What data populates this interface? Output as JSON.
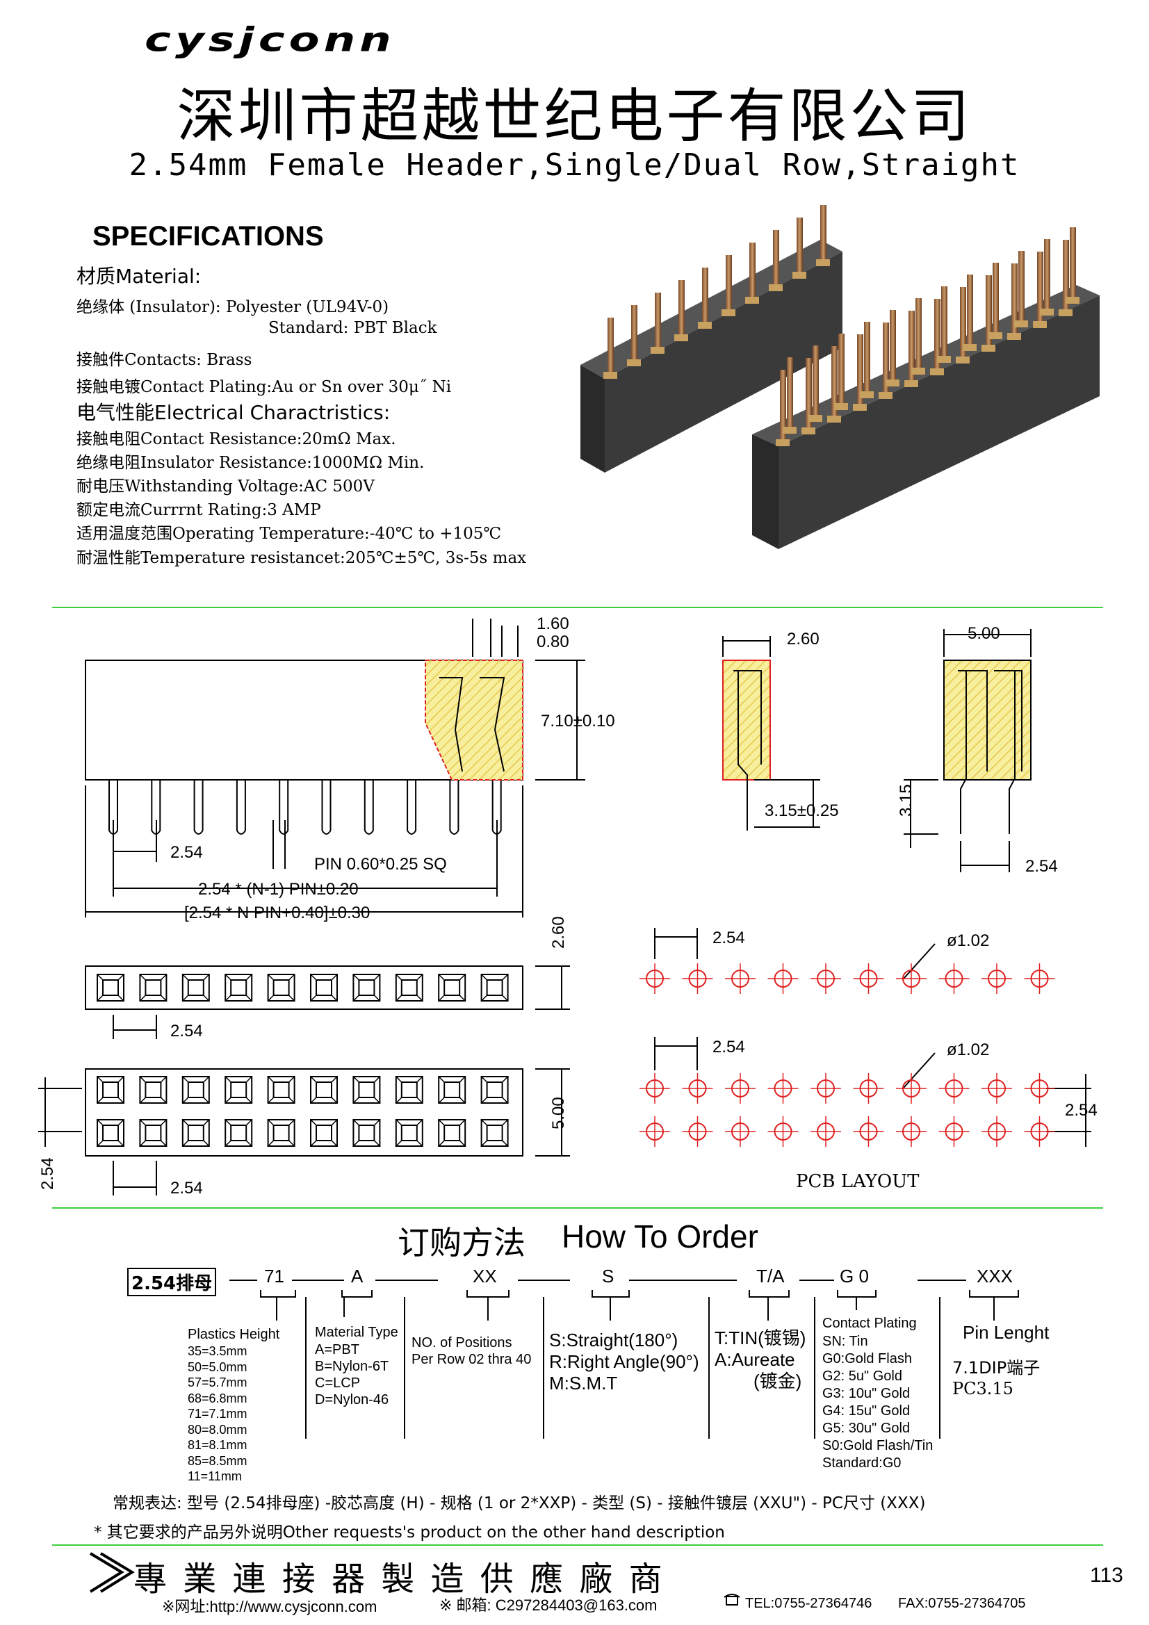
{
  "header": {
    "logo": "cysjconn",
    "company": "深圳市超越世纪电子有限公司",
    "subtitle": "2.54mm Female Header,Single/Dual Row,Straight"
  },
  "specifications": {
    "title": "SPECIFICATIONS",
    "material_heading": "材质Material:",
    "lines": [
      "绝缘体 (Insulator):  Polyester (UL94V-0)",
      "Standard: PBT Black",
      "接触件Contacts: Brass",
      "接触电镀Contact Plating:Au or Sn over 30μ˝ Ni"
    ],
    "electrical_heading": "电气性能Electrical Charactristics:",
    "electrical_lines": [
      "接触电阻Contact Resistance:20mΩ  Max.",
      "绝缘电阻Insulator Resistance:1000MΩ  Min.",
      "耐电压Withstanding Voltage:AC 500V",
      "额定电流Currrnt Rating:3 AMP",
      "适用温度范围Operating Temperature:-40℃  to +105℃",
      "耐温性能Temperature resistancet:205℃±5℃, 3s-5s max"
    ]
  },
  "drawing": {
    "dims": {
      "d160": "1.60",
      "d080": "0.80",
      "d710": "7.10±0.10",
      "d254a": "2.54",
      "pin": "PIN 0.60*0.25 SQ",
      "n1": "2.54 * (N-1) PIN±0.20",
      "npin": "[2.54 * N PIN+0.40]±0.30",
      "d260": "2.60",
      "d315b": "3.15±0.25",
      "d500": "5.00",
      "d315": "3.15",
      "d254side": "2.54",
      "d260v": "2.60",
      "d254b": "2.54",
      "d500v": "5.00",
      "d254c": "2.54",
      "d254v": "2.54",
      "pcb254a": "2.54",
      "phi1": "ø1.02",
      "pcb254b": "2.54",
      "phi2": "ø1.02",
      "pcb254v": "2.54"
    },
    "pcb_label": "PCB LAYOUT",
    "colors": {
      "accent_green": "#3ccf3c",
      "hatch_yellow": "#f2e36b",
      "outline_red": "#e02020",
      "pcb_red": "#e02020"
    }
  },
  "order": {
    "title_cn": "订购方法",
    "title_en": "How To Order",
    "code": {
      "base": "2.54排母",
      "height": "71",
      "material": "A",
      "positions": "XX",
      "type": "S",
      "plating1": "T/A",
      "plating2": "G 0",
      "pc": "XXX"
    },
    "height_title": "Plastics Height",
    "height_items": [
      "35=3.5mm",
      "50=5.0mm",
      "57=5.7mm",
      "68=6.8mm",
      "71=7.1mm",
      "80=8.0mm",
      "81=8.1mm",
      "85=8.5mm",
      "11=11mm"
    ],
    "material_title": "Material Type",
    "material_items": [
      "A=PBT",
      "B=Nylon-6T",
      "C=LCP",
      "D=Nylon-46"
    ],
    "positions_lines": [
      "NO. of Positions",
      "Per Row  02 thra 40"
    ],
    "type_lines": [
      "S:Straight(180°)",
      "R:Right Angle(90°)",
      "M:S.M.T"
    ],
    "tin_lines": [
      "T:TIN(镀锡)",
      "A:Aureate",
      "(镀金)"
    ],
    "plating_title": "Contact Plating",
    "plating_items": [
      "SN: Tin",
      "G0:Gold Flash",
      "G2:  5u\" Gold",
      "G3: 10u\" Gold",
      "G4: 15u\" Gold",
      "G5: 30u\" Gold",
      "S0:Gold Flash/Tin",
      "Standard:G0"
    ],
    "pin_title": "Pin Lenght",
    "pin_lines": [
      "7.1DIP端子",
      "PC3.15"
    ],
    "general": "常规表达: 型号 (2.54排母座) -胶芯高度 (H) - 规格 (1 or 2*XXP) - 类型 (S) - 接触件镀层 (XXU\") - PC尺寸 (XXX)",
    "note": "* 其它要求的产品另外说明Other requests's product on the other hand description"
  },
  "footer": {
    "slogan": "專 業 連 接 器 製 造 供 應 廠 商",
    "page": "113",
    "website": "※网址:http://www.cysjconn.com",
    "email": "※ 邮箱: C297284403@163.com",
    "tel": "TEL:0755-27364746",
    "fax": "FAX:0755-27364705"
  }
}
